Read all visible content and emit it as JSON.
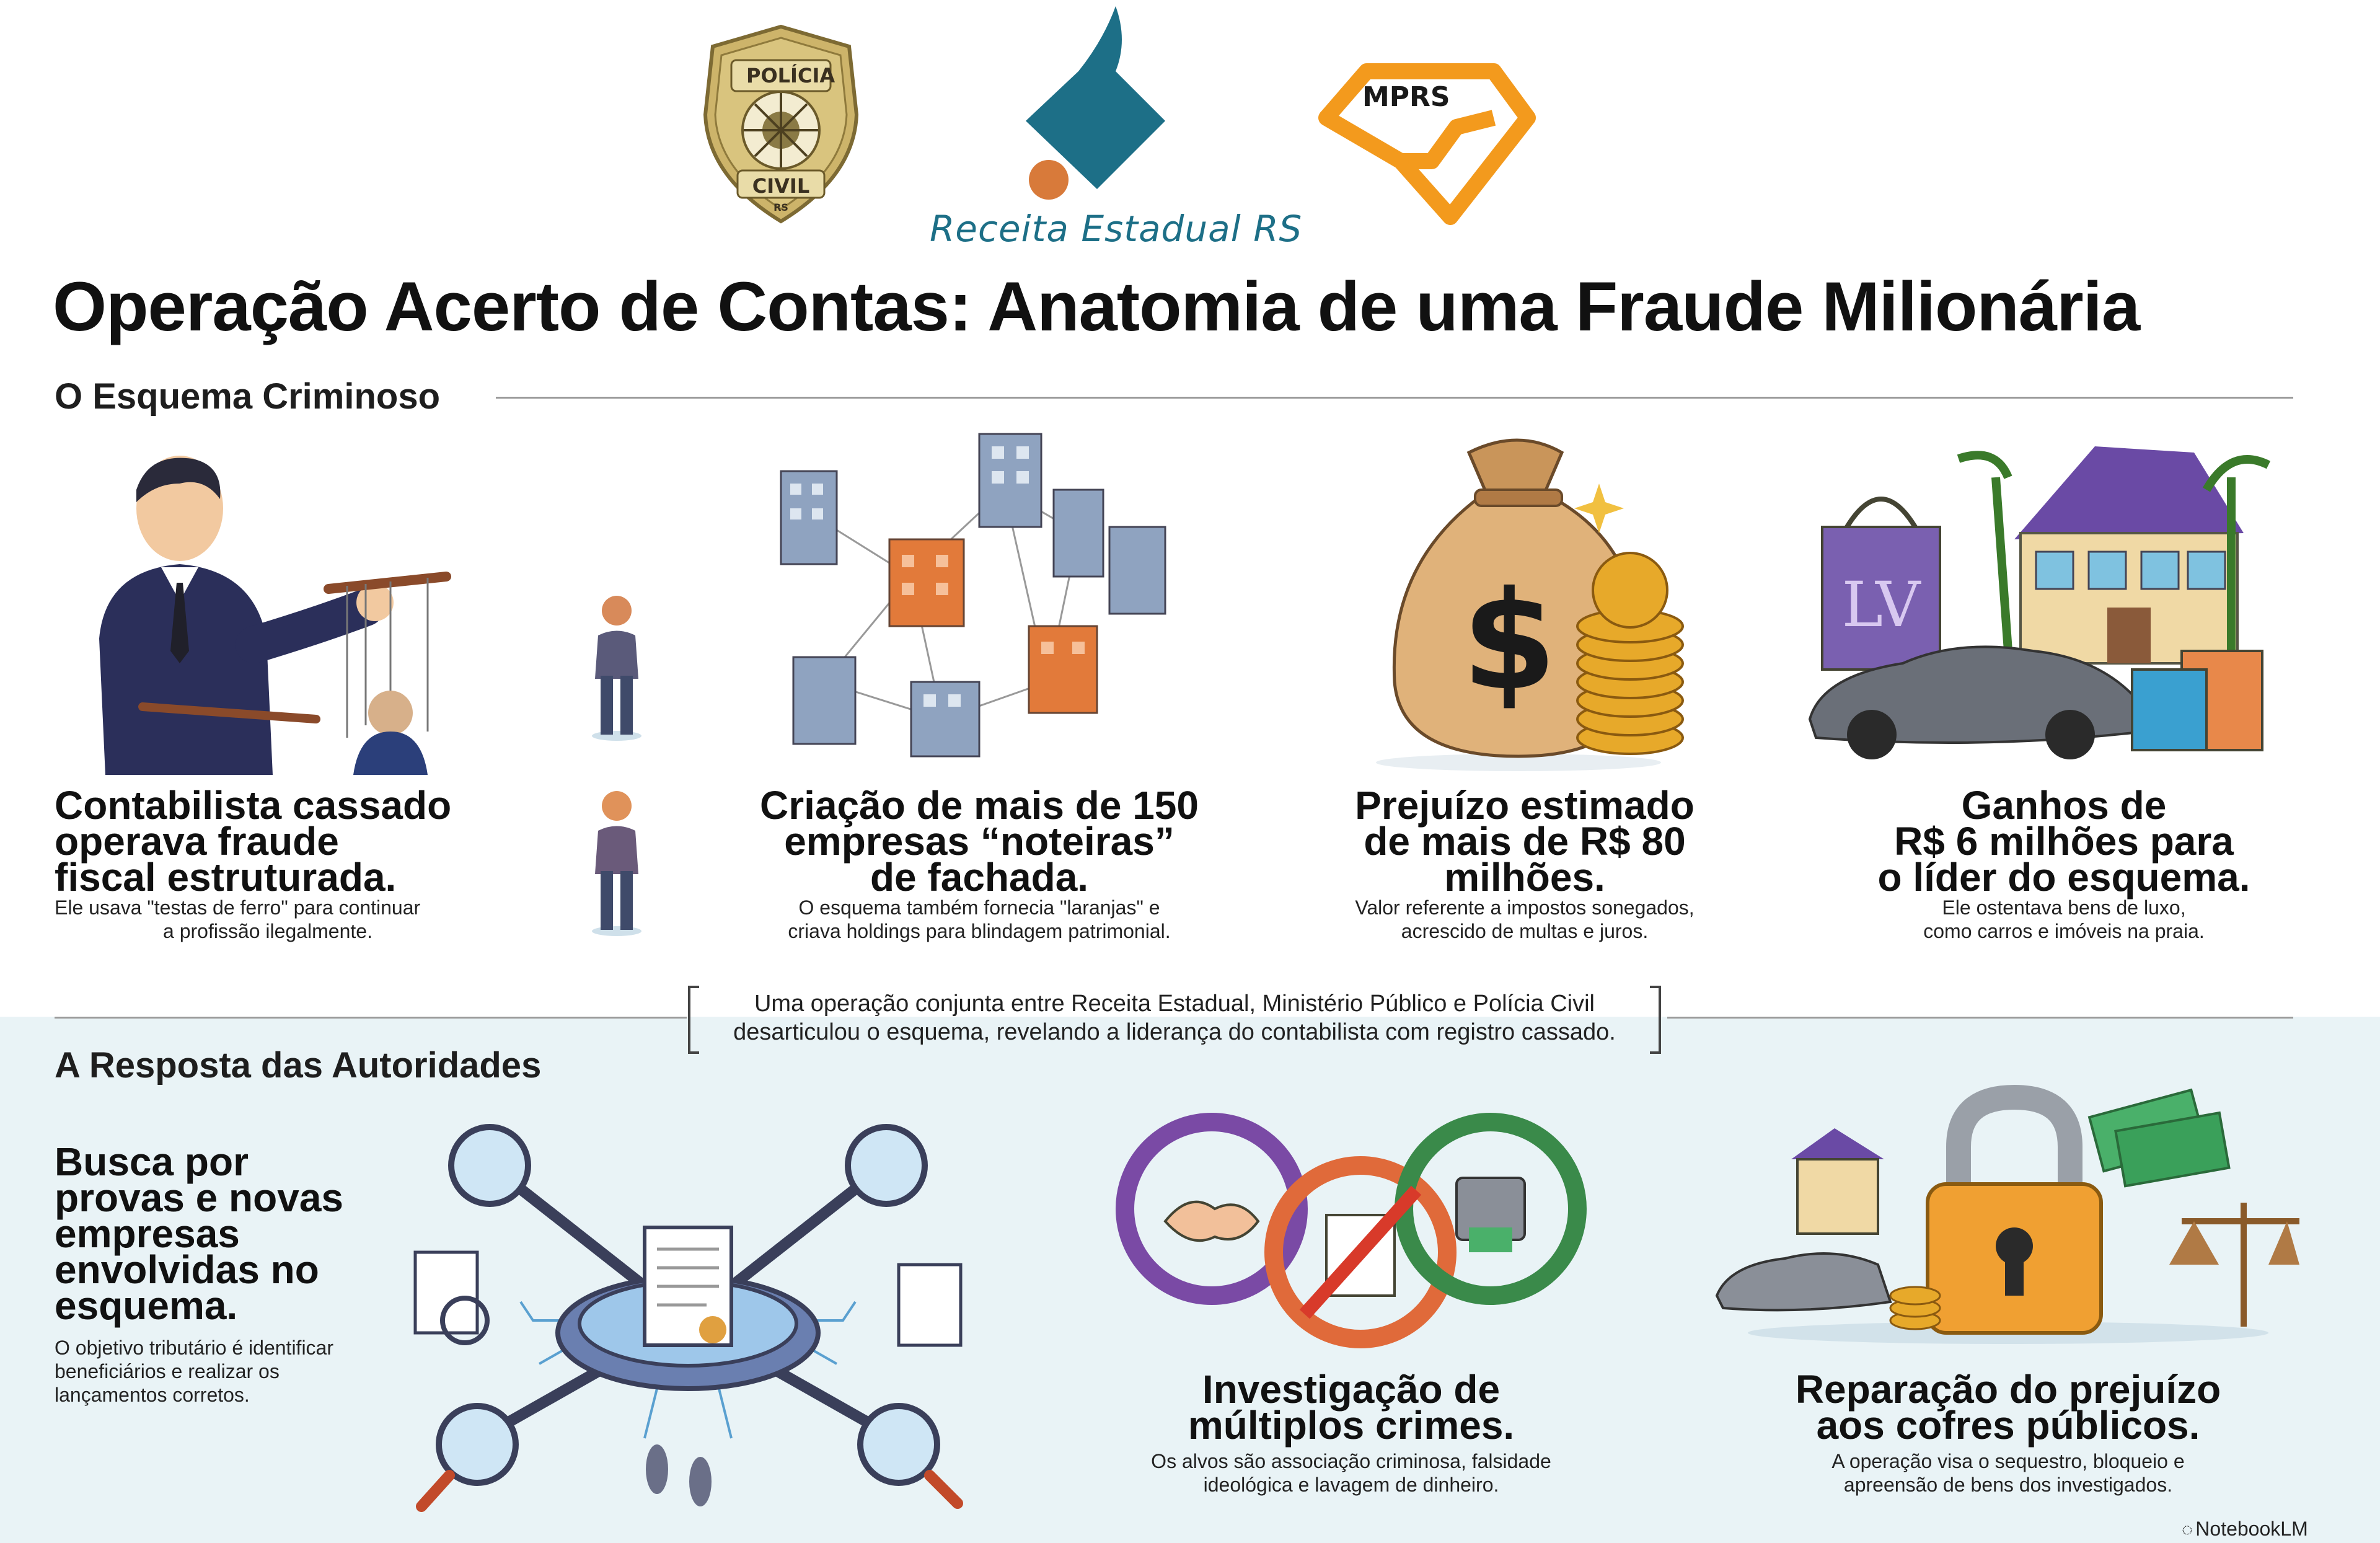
{
  "logos": {
    "policia_badge_top": "POLÍCIA",
    "policia_badge_bottom": "CIVIL",
    "policia_badge_state": "RS",
    "receita": "Receita Estadual RS",
    "mprs": "MPRS"
  },
  "title": "Operação Acerto de Contas: Anatomia de uma Fraude Milionária",
  "scheme": {
    "heading": "O Esquema Criminoso",
    "cards": [
      {
        "title_lines": [
          "Contabilista cassado",
          "operava fraude",
          "fiscal estruturada."
        ],
        "desc_lines": [
          "Ele usava \"testas de ferro\" para continuar",
          "a profissão ilegalmente."
        ]
      },
      {
        "title_lines": [
          "Criação de mais de 150",
          "empresas “noteiras”",
          "de fachada."
        ],
        "desc_lines": [
          "O esquema também fornecia \"laranjas\" e",
          "criava holdings para blindagem patrimonial."
        ]
      },
      {
        "title_lines": [
          "Prejuízo estimado",
          "de mais de R$ 80",
          "milhões."
        ],
        "desc_lines": [
          "Valor referente a impostos sonegados,",
          "acrescido de multas e juros."
        ]
      },
      {
        "title_lines": [
          "Ganhos de",
          "R$ 6 milhões para",
          "o líder do esquema."
        ],
        "desc_lines": [
          "Ele ostentava bens de luxo,",
          "como carros e imóveis na praia."
        ]
      }
    ]
  },
  "summary_lines": [
    "Uma operação conjunta entre Receita Estadual, Ministério Público e Polícia Civil",
    "desarticulou o esquema, revelando a liderança do contabilista com registro cassado."
  ],
  "response": {
    "heading": "A Resposta das Autoridades",
    "cards": [
      {
        "title_lines": [
          "Busca por",
          "provas e novas",
          "empresas",
          "envolvidas no",
          "esquema."
        ],
        "desc_lines": [
          "O objetivo tributário é identificar",
          "beneficiários e realizar os",
          "lançamentos corretos."
        ]
      },
      {
        "title_lines": [
          "Investigação de",
          "múltiplos crimes."
        ],
        "desc_lines": [
          "Os alvos são associação criminosa, falsidade",
          "ideológica e lavagem de dinheiro."
        ]
      },
      {
        "title_lines": [
          "Reparação do prejuízo",
          "aos cofres públicos."
        ],
        "desc_lines": [
          "A operação visa o sequestro, bloqueio e",
          "apreensão de bens dos investigados."
        ]
      }
    ]
  },
  "credit": "NotebookLM",
  "colors": {
    "receita_teal": "#1d6f87",
    "mprs_orange": "#f39a1d",
    "bottom_panel": "#e9f3f6",
    "badge_gold": "#cdb46a"
  },
  "icons": {
    "scheme": [
      "puppeteer-accountant-illustration",
      "front-person-icon",
      "shell-companies-network-illustration",
      "money-bag-icon",
      "luxury-goods-illustration"
    ],
    "response": [
      "evidence-search-network-illustration",
      "linked-crimes-rings-illustration",
      "asset-seizure-lock-illustration"
    ]
  }
}
